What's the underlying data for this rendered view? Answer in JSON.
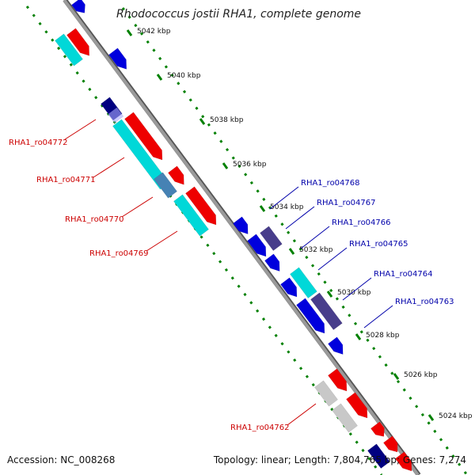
{
  "title": "Rhodococcus jostii RHA1, complete genome",
  "footer": {
    "accession": "Accession: NC_008268",
    "topology": "Topology: linear; Length: 7,804,765 bp; Genes: 7,274"
  },
  "ticks": [
    "5042 kbp",
    "5040 kbp",
    "5038 kbp",
    "5036 kbp",
    "5034 kbp",
    "5032 kbp",
    "5030 kbp",
    "5028 kbp",
    "5026 kbp",
    "5024 kbp"
  ],
  "gene_labels": {
    "reverse": [
      "RHA1_ro04772",
      "RHA1_ro04771",
      "RHA1_ro04770",
      "RHA1_ro04769",
      "RHA1_ro04762"
    ],
    "forward": [
      "RHA1_ro04768",
      "RHA1_ro04767",
      "RHA1_ro04766",
      "RHA1_ro04765",
      "RHA1_ro04764",
      "RHA1_ro04763"
    ]
  },
  "colors": {
    "reverse_label": "#cc0000",
    "forward_label": "#0000aa",
    "red_gene": "#ee0000",
    "blue_gene": "#0000dd",
    "cyan_gene": "#00d8d8",
    "dark_slate": "#483d8b",
    "navy_gene": "#000080",
    "grey_gene": "#c8c8c8",
    "backbone": "#888888",
    "tick_green": "#008000"
  }
}
